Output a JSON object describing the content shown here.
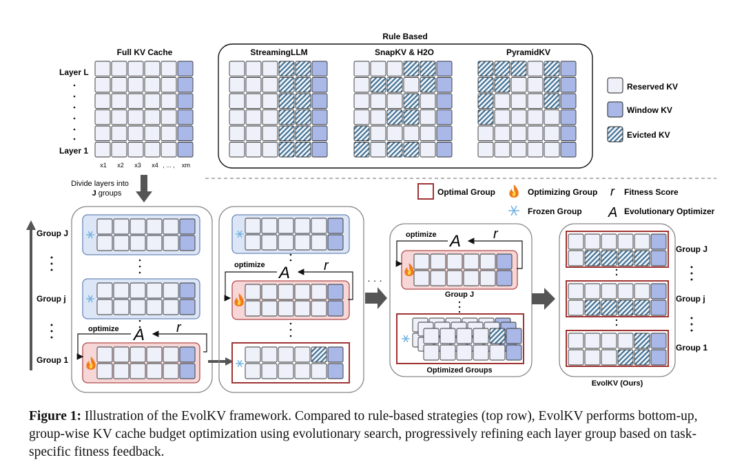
{
  "top": {
    "full_kv_title": "Full KV Cache",
    "layer_top": "Layer L",
    "layer_bottom": "Layer 1",
    "x_labels": [
      "x1",
      "x2",
      "x3",
      "x4",
      ", ... ,",
      "xm"
    ],
    "rule_based_title": "Rule Based",
    "method_titles": [
      "StreamingLLM",
      "SnapKV & H2O",
      "PyramidKV"
    ]
  },
  "legend_top": {
    "reserved": "Reserved KV",
    "window": "Window KV",
    "evicted": "Evicted KV"
  },
  "divide_note": {
    "line1": "Divide layers into",
    "line2_bold": "J",
    "line2_rest": " groups"
  },
  "legend_mid": {
    "optimal": "Optimal Group",
    "optimizing": "Optimizing Group",
    "fitness_symbol": "r",
    "fitness": "Fitness Score",
    "frozen": "Frozen Group",
    "optimizer_symbol": "A",
    "optimizer": "Evolutionary Optimizer"
  },
  "groups": {
    "group_j_upper": "Group J",
    "group_j": "Group j",
    "group_1": "Group 1",
    "vdots": ":",
    "dots": "· · ·"
  },
  "ops": {
    "optimize": "optimize",
    "A": "A",
    "r": "r"
  },
  "stage3": {
    "group_label": "Group J",
    "optimized": "Optimized Groups"
  },
  "final": {
    "title": "EvolKV (Ours)"
  },
  "caption": {
    "label": "Figure 1:",
    "text": " Illustration of the EvolKV framework. Compared to rule-based strategies (top row), EvolKV performs bottom-up, group-wise KV cache budget optimization using evolutionary search, progressively refining each layer group based on task-specific fitness feedback."
  },
  "colors": {
    "reserved": "#eef0fa",
    "window": "#a9b8e6",
    "evicted_stripe": "#3f6f93",
    "frozen_bg": "#dde6f6",
    "optimizing_bg": "#f6d6d6",
    "optimal_border": "#a03232"
  },
  "patterns": {
    "full": [
      "RRRRRW",
      "RRRRRW",
      "RRRRRW",
      "RRRRRW",
      "RRRRRW",
      "RRRRRW"
    ],
    "streaming": [
      "RRRXXW",
      "RRRXXW",
      "RRRXXW",
      "RRRXXW",
      "RRRXXW",
      "RRRXXW"
    ],
    "snap": [
      "RRRXXW",
      "RXXRXW",
      "RRRXRW",
      "RRXXRW",
      "XRRRRW",
      "XRXXRW"
    ],
    "pyramid": [
      "XXXRXW",
      "XXRRXW",
      "XRRRXW",
      "XRRRRW",
      "RRRRRW",
      "RRRRRW"
    ],
    "optimized_row": [
      "RRRRXW",
      "RRRRRW"
    ],
    "final_j": [
      "RRRRRW",
      "RXXXXW"
    ],
    "final_jj": [
      "RRRRRW",
      "RXXXXW"
    ],
    "final_1": [
      "RRRRXW",
      "RRRXXW"
    ]
  }
}
